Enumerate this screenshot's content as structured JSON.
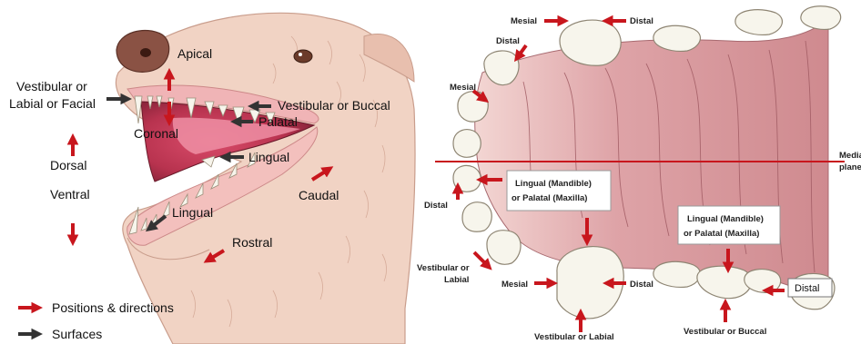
{
  "left_panel": {
    "direction_labels": {
      "apical": "Apical",
      "coronal": "Coronal",
      "vestibular_labial_facial_line1": "Vestibular or",
      "vestibular_labial_facial_line2": "Labial or Facial",
      "vestibular_buccal": "Vestibular or Buccal",
      "palatal": "Palatal",
      "lingual_upper": "Lingual",
      "lingual_lower": "Lingual",
      "dorsal": "Dorsal",
      "ventral": "Ventral",
      "caudal": "Caudal",
      "rostral": "Rostral"
    },
    "legend": [
      {
        "label": "Positions & directions",
        "color": "#c8161d"
      },
      {
        "label": "Surfaces",
        "color": "#333333"
      }
    ]
  },
  "right_panel": {
    "labels": {
      "mesial_top": "Mesial",
      "distal_top": "Distal",
      "distal_upper_left": "Distal",
      "mesial_left": "Mesial",
      "medial_plane_line1": "Medial",
      "medial_plane_line2": "plane",
      "distal_left_lower": "Distal",
      "box1_line1": "Lingual (Mandible)",
      "box1_line2": "or Palatal (Maxilla)",
      "box2_line1": "Lingual (Mandible)",
      "box2_line2": "or Palatal (Maxilla)",
      "vestibular_labial_side_line1": "Vestibular or",
      "vestibular_labial_side_line2": "Labial",
      "mesial_bottom": "Mesial",
      "distal_bottom_mid": "Distal",
      "distal_box": "Distal",
      "vestibular_labial_bottom": "Vestibular or Labial",
      "vestibular_buccal_bottom": "Vestibular or Buccal"
    }
  },
  "colors": {
    "direction_arrow": "#c8161d",
    "surface_arrow": "#333333",
    "medial_line": "#c8161d",
    "palate": "#e3a9ab",
    "fur": "#f1d3c4",
    "tooth": "#f7f5ec"
  }
}
